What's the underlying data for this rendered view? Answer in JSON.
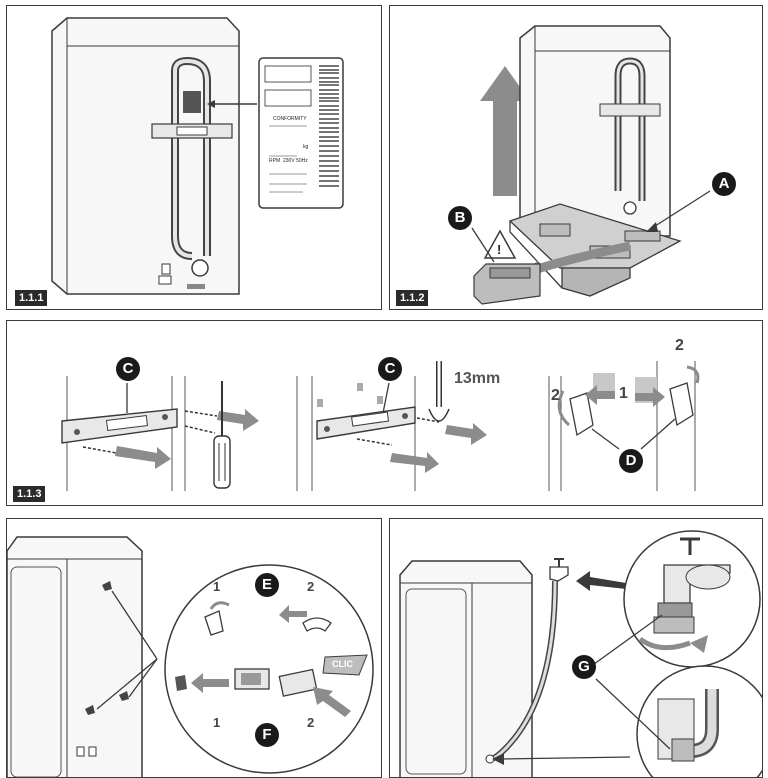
{
  "steps": {
    "s111": "1.1.1",
    "s112": "1.1.2",
    "s113": "1.1.3"
  },
  "callouts": {
    "A": "A",
    "B": "B",
    "C": "C",
    "D": "D",
    "E": "E",
    "F": "F",
    "G": "G"
  },
  "wrench_size": "13mm",
  "numbers": {
    "one": "1",
    "two": "2"
  },
  "clic_label": "CLIC",
  "warning_symbol": "!",
  "label_lines": {
    "l1": "CONFORMITY",
    "l2": "kg",
    "l3": "RPM",
    "l4": "230V 50Hz"
  },
  "colors": {
    "arrow_gray": "#8c8c8c",
    "line": "#3a3a3a",
    "fill_light": "#f2f2f2",
    "fill_mid": "#bdbdbd",
    "badge": "#1a1a1a"
  }
}
